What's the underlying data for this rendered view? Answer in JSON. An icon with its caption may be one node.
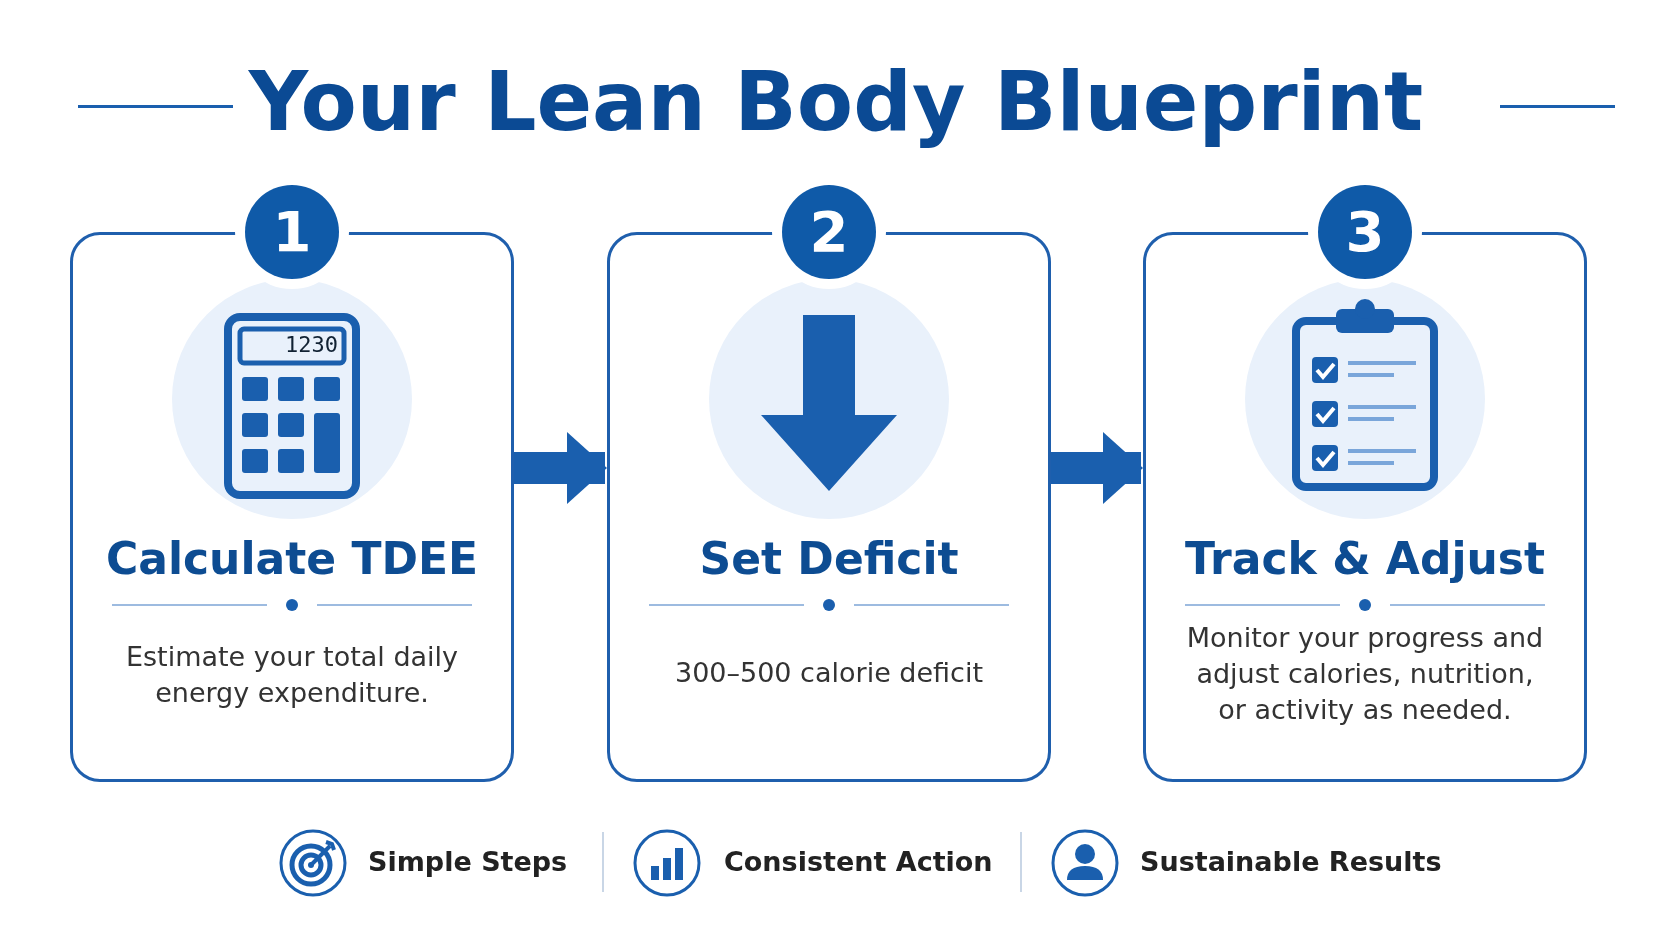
{
  "diagram": {
    "title": "Your Lean Body Blueprint",
    "nodes": [
      {
        "text": [
          "1",
          "Calculate TDEE",
          "Estimate your total daily energy expenditure."
        ]
      },
      {
        "text": [
          "2",
          "Set Deficit",
          "300–500 calorie deficit"
        ]
      },
      {
        "text": [
          "3",
          "Track & Adjust",
          "Monitor your progress and adjust calories, nutrition, or activity as needed."
        ]
      }
    ],
    "edges": [
      {
        "from": 0,
        "to": 1,
        "arrow": "to"
      },
      {
        "from": 1,
        "to": 2,
        "arrow": "to"
      }
    ],
    "labels": [
      "1230",
      "Simple Steps",
      "Consistent Action",
      "Sustainable Results"
    ]
  }
}
